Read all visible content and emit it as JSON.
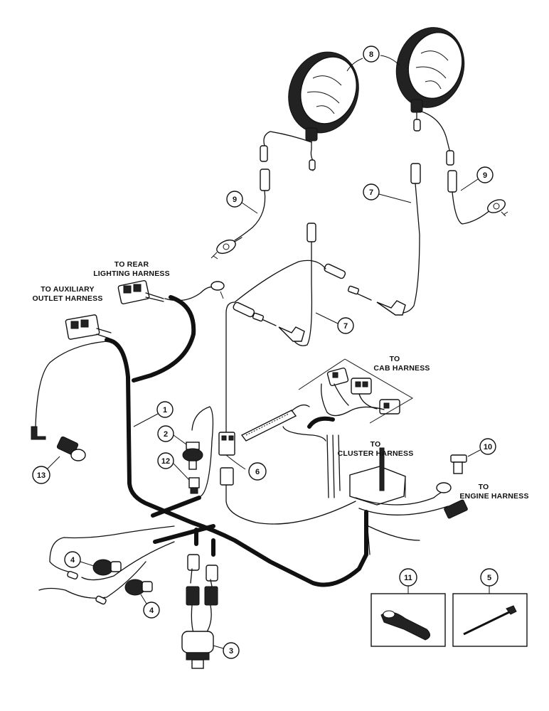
{
  "labels": {
    "rear_lighting": [
      "TO REAR",
      "LIGHTING HARNESS"
    ],
    "auxiliary_outlet": [
      "TO AUXILIARY",
      "OUTLET HARNESS"
    ],
    "cab": [
      "TO",
      "CAB HARNESS"
    ],
    "cluster": [
      "TO",
      "CLUSTER HARNESS"
    ],
    "engine": [
      "TO",
      "ENGINE HARNESS"
    ]
  },
  "callouts": {
    "c1": "1",
    "c2": "2",
    "c3": "3",
    "c4a": "4",
    "c4b": "4",
    "c5": "5",
    "c6": "6",
    "c7a": "7",
    "c7b": "7",
    "c8": "8",
    "c9a": "9",
    "c9b": "9",
    "c10": "10",
    "c11": "11",
    "c12": "12",
    "c13": "13"
  }
}
